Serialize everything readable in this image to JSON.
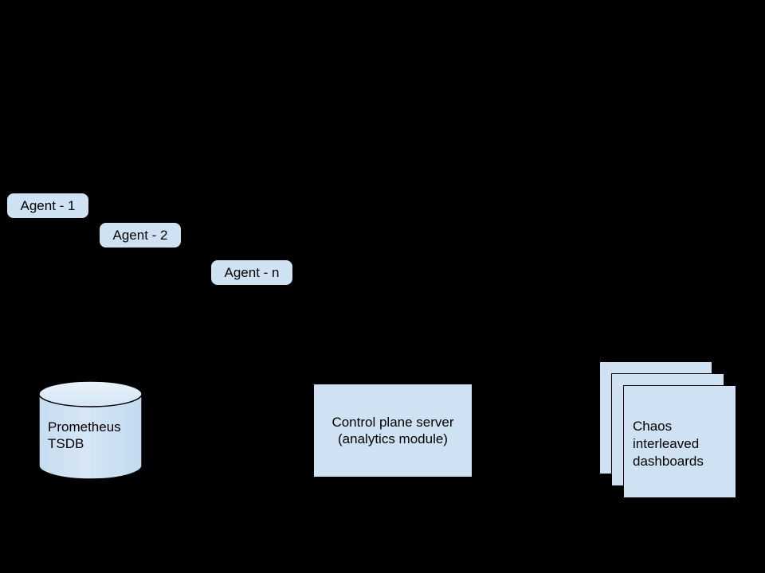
{
  "diagram": {
    "background_color": "#000000",
    "node_fill_color": "#cfe2f3",
    "node_stroke_color": "#000000",
    "text_color": "#000000",
    "agents": [
      {
        "id": "agent-1",
        "label": "Agent - 1"
      },
      {
        "id": "agent-2",
        "label": "Agent - 2"
      },
      {
        "id": "agent-n",
        "label": "Agent - n"
      }
    ],
    "datastore": {
      "id": "prometheus-tsdb",
      "shape": "cylinder",
      "label_line_1": "Prometheus",
      "label_line_2": "TSDB"
    },
    "control_plane": {
      "id": "control-plane-server",
      "shape": "rectangle",
      "label_line_1": "Control plane server",
      "label_line_2": "(analytics module)"
    },
    "dashboards": {
      "id": "chaos-interleaved-dashboards",
      "shape": "stacked-cards",
      "card_count": 3,
      "label_line_1": "Chaos",
      "label_line_2": "interleaved",
      "label_line_3": "dashboards"
    },
    "connectors": [
      {
        "id": "control-plane-to-dashboards",
        "type": "arrow",
        "direction": "right"
      }
    ]
  }
}
